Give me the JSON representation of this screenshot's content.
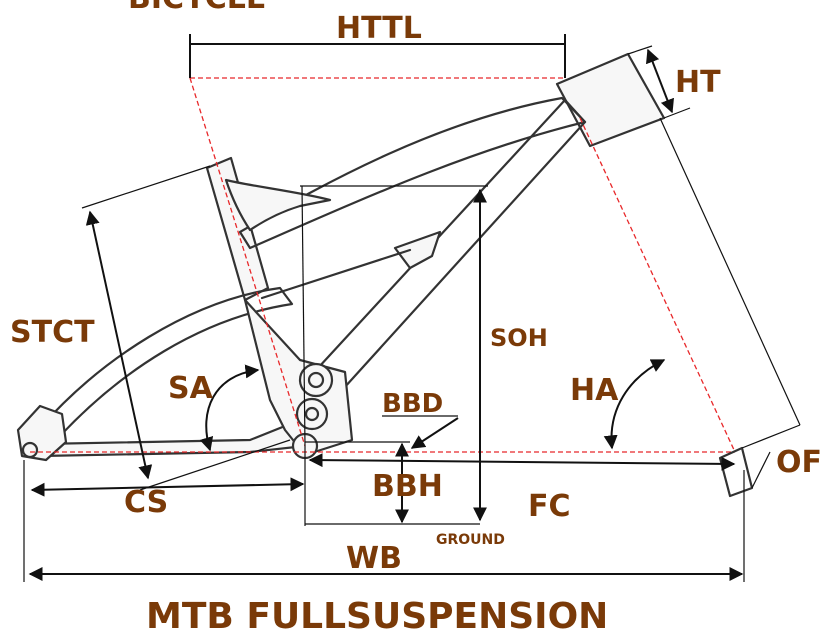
{
  "header_partial": "BICYCLE",
  "labels": {
    "httl": "HTTL",
    "ht": "HT",
    "stct": "STCT",
    "soh": "SOH",
    "sa": "SA",
    "ha": "HA",
    "bbd": "BBD",
    "bbh": "BBH",
    "cs": "CS",
    "fc": "FC",
    "of": "OF",
    "wb": "WB",
    "ground": "GROUND"
  },
  "title": "MTB FULLSUSPENSION",
  "colors": {
    "label": "#7a3a08",
    "title": "#7a3a08",
    "reference_lines": "#e8282a",
    "dimension_lines": "#111111"
  }
}
